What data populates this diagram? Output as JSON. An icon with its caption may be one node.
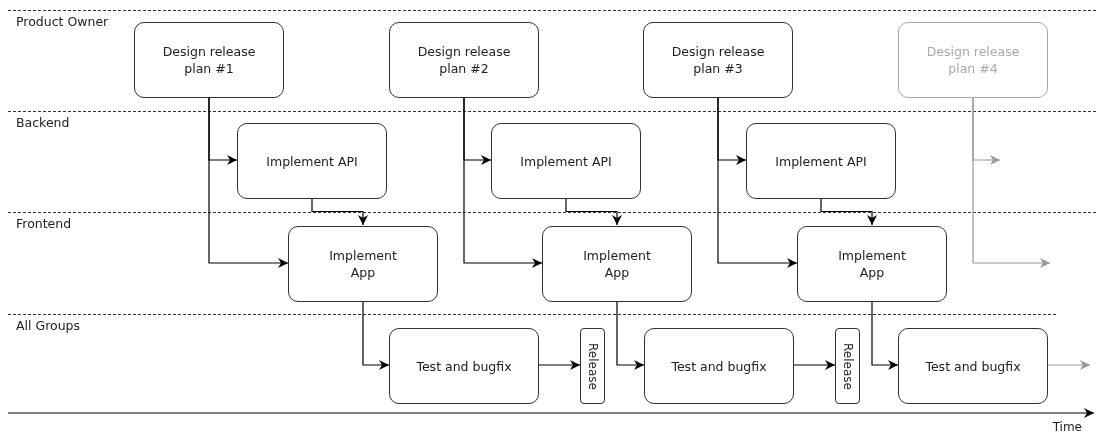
{
  "diagram": {
    "nodes": [
      {
        "text": [
          "Product Owner"
        ]
      },
      {
        "text": [
          "Design release plan #1"
        ],
        "in": 0
      },
      {
        "text": [
          "Design release plan #2"
        ],
        "in": 0
      },
      {
        "text": [
          "Design release plan #3"
        ],
        "in": 0
      },
      {
        "text": [
          "Design release plan #4"
        ],
        "in": 0
      },
      {
        "text": [
          "Backend"
        ]
      },
      {
        "text": [
          "Implement API"
        ],
        "in": 5
      },
      {
        "text": [
          "Implement API"
        ],
        "in": 5
      },
      {
        "text": [
          "Implement API"
        ],
        "in": 5
      },
      {
        "text": [
          "Frontend"
        ]
      },
      {
        "text": [
          "Implement App"
        ],
        "in": 9
      },
      {
        "text": [
          "Implement App"
        ],
        "in": 9
      },
      {
        "text": [
          "Implement App"
        ],
        "in": 9
      },
      {
        "text": [
          "All Groups"
        ]
      },
      {
        "text": [
          "Test and bugfix"
        ],
        "in": 13
      },
      {
        "text": [
          "Release"
        ],
        "in": 13
      },
      {
        "text": [
          "Test and bugfix"
        ],
        "in": 13
      },
      {
        "text": [
          "Release"
        ],
        "in": 13
      },
      {
        "text": [
          "Test and bugfix"
        ],
        "in": 13
      }
    ],
    "edges": [
      {
        "from": 1,
        "to": 6,
        "arrow": "to"
      },
      {
        "from": 1,
        "to": 10,
        "arrow": "to"
      },
      {
        "from": 6,
        "to": 10,
        "arrow": "to"
      },
      {
        "from": 10,
        "to": 14,
        "arrow": "to"
      },
      {
        "from": 14,
        "to": 15,
        "arrow": "to"
      },
      {
        "from": 2,
        "to": 7,
        "arrow": "to"
      },
      {
        "from": 2,
        "to": 11,
        "arrow": "to"
      },
      {
        "from": 7,
        "to": 11,
        "arrow": "to"
      },
      {
        "from": 11,
        "to": 16,
        "arrow": "to"
      },
      {
        "from": 16,
        "to": 17,
        "arrow": "to"
      },
      {
        "from": 3,
        "to": 8,
        "arrow": "to"
      },
      {
        "from": 3,
        "to": 12,
        "arrow": "to"
      },
      {
        "from": 8,
        "to": 12,
        "arrow": "to"
      },
      {
        "from": 12,
        "to": 18,
        "arrow": "to"
      },
      {
        "from": 4,
        "to": null,
        "arrow": "to",
        "color": "#999999"
      },
      {
        "from": 4,
        "to": null,
        "arrow": "to",
        "color": "#999999"
      },
      {
        "from": 18,
        "to": null,
        "arrow": "to",
        "color": "#999999"
      }
    ],
    "labels": [
      "Time"
    ]
  }
}
